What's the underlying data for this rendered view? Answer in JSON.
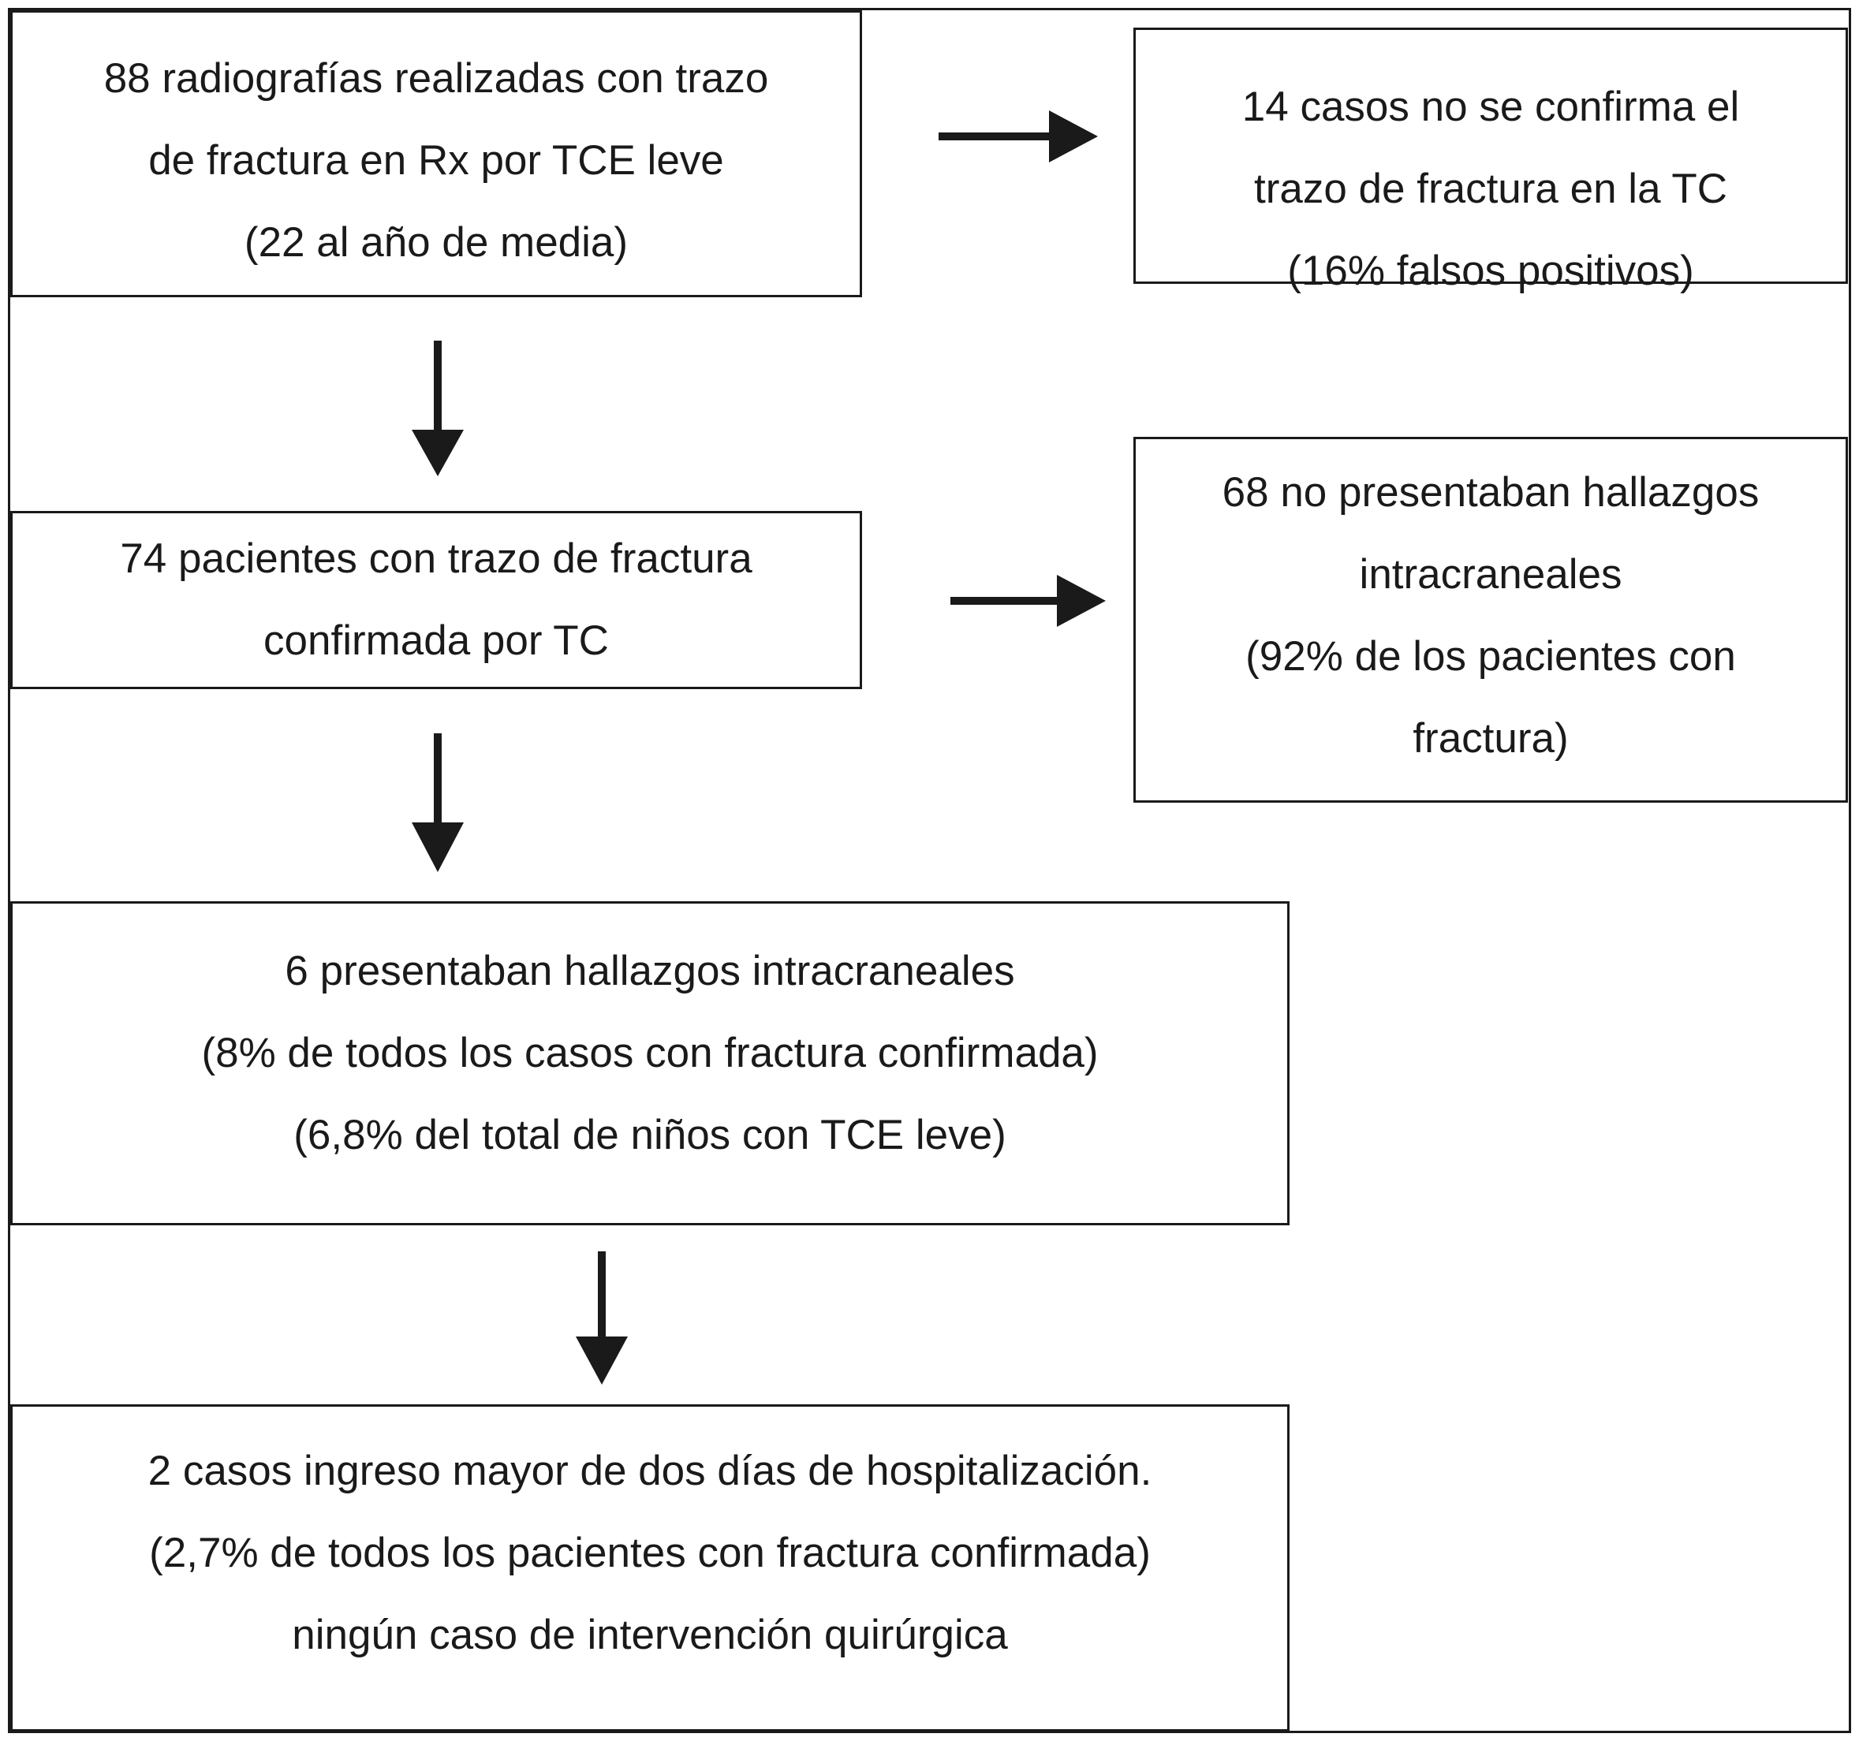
{
  "boxes": [
    {
      "lines": [
        "88 radiografías realizadas con trazo",
        "de fractura en Rx por TCE leve",
        "(22 al año de media)"
      ]
    },
    {
      "lines": [
        "14 casos no se confirma el",
        "trazo de fractura en la TC",
        "(16% falsos positivos)"
      ]
    },
    {
      "lines": [
        "74 pacientes con trazo de fractura",
        "confirmada por TC"
      ]
    },
    {
      "lines": [
        "68 no presentaban hallazgos",
        "intracraneales",
        "(92% de los pacientes con",
        "fractura)"
      ]
    },
    {
      "lines": [
        "6 presentaban hallazgos intracraneales",
        "(8% de todos los casos con fractura confirmada)",
        "(6,8% del total de niños con TCE leve)"
      ]
    },
    {
      "lines": [
        "2 casos ingreso mayor de dos días de hospitalización.",
        "(2,7% de todos los pacientes con fractura confirmada)",
        "ningún caso de intervención quirúrgica"
      ]
    }
  ]
}
